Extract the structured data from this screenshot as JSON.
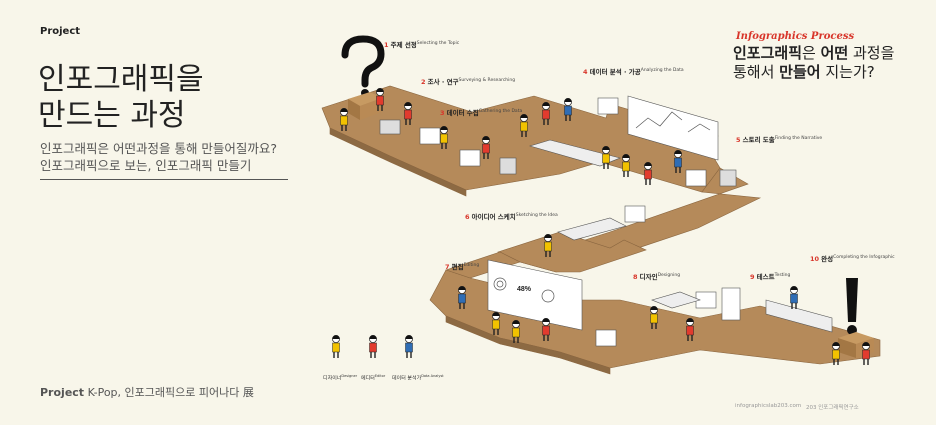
{
  "left": {
    "section": "Project",
    "title_line1": "인포그래픽을",
    "title_line2": "만드는 과정",
    "subtitle_line1": "인포그래픽은 어떤과정을 통해 만들어질까요?",
    "subtitle_line2": "인포그래픽으로 보는, 인포그래픽 만들기",
    "footer_bold": "Project",
    "footer_text": "K-Pop, 인포그래픽으로 피어나다 展"
  },
  "header": {
    "en_title": "Infographics Process",
    "q_part1": "인포그래픽",
    "q_part2": "은 ",
    "q_part3": "어떤",
    "q_part4": " 과정을",
    "q_line2_part1": "통해서 ",
    "q_line2_part2": "만들어",
    "q_line2_part3": " 지는가?"
  },
  "steps": [
    {
      "num": "1",
      "ko": "주제 선정",
      "en": "Selecting the Topic"
    },
    {
      "num": "2",
      "ko": "조사 · 연구",
      "en": "Surveying & Researching"
    },
    {
      "num": "3",
      "ko": "데이터 수집",
      "en": "Gathering the Data"
    },
    {
      "num": "4",
      "ko": "데이터 분석 · 가공",
      "en": "Analyzing the Data"
    },
    {
      "num": "5",
      "ko": "스토리 도출",
      "en": "Finding the Narrative"
    },
    {
      "num": "6",
      "ko": "아이디어 스케치",
      "en": "Sketching the Idea"
    },
    {
      "num": "7",
      "ko": "편집",
      "en": "Editing"
    },
    {
      "num": "8",
      "ko": "디자인",
      "en": "Designing"
    },
    {
      "num": "9",
      "ko": "테스트",
      "en": "Testing"
    },
    {
      "num": "10",
      "ko": "완성",
      "en": "Completing the Infographic"
    }
  ],
  "legend": [
    {
      "ko": "디자이너",
      "en": "Designer",
      "color": "#f2c200"
    },
    {
      "ko": "에디터",
      "en": "Editor",
      "color": "#e23b2e"
    },
    {
      "ko": "데이터 분석가",
      "en": "Data Analyst",
      "color": "#2f6db5"
    }
  ],
  "chart_text": {
    "percent": "48%"
  },
  "footer_right": {
    "site": "infographicslab203.com",
    "org": "203 인포그래픽연구소"
  },
  "colors": {
    "accent": "#d8352a",
    "floor": "#b58a5a",
    "bg": "#f8f6ea"
  }
}
